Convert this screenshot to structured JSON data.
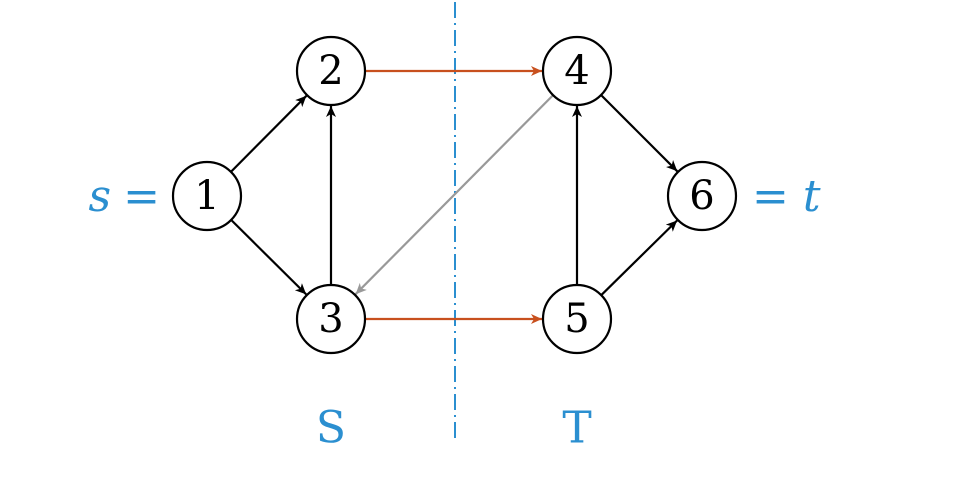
{
  "nodes": [
    {
      "id": "1",
      "label": "1"
    },
    {
      "id": "2",
      "label": "2"
    },
    {
      "id": "3",
      "label": "3"
    },
    {
      "id": "4",
      "label": "4"
    },
    {
      "id": "5",
      "label": "5"
    },
    {
      "id": "6",
      "label": "6"
    }
  ],
  "edges": [
    {
      "from": "1",
      "to": "2",
      "kind": "normal"
    },
    {
      "from": "1",
      "to": "3",
      "kind": "normal"
    },
    {
      "from": "3",
      "to": "2",
      "kind": "normal"
    },
    {
      "from": "2",
      "to": "4",
      "kind": "cut"
    },
    {
      "from": "3",
      "to": "5",
      "kind": "cut"
    },
    {
      "from": "4",
      "to": "3",
      "kind": "backward"
    },
    {
      "from": "5",
      "to": "4",
      "kind": "normal"
    },
    {
      "from": "4",
      "to": "6",
      "kind": "normal"
    },
    {
      "from": "5",
      "to": "6",
      "kind": "normal"
    }
  ],
  "annotations": {
    "source": {
      "var": "s",
      "eq": "="
    },
    "sink": {
      "eq": "=",
      "var": "t"
    },
    "set_s": "S",
    "set_t": "T"
  },
  "colors": {
    "normal": "#000000",
    "cut": "#c8501e",
    "backward": "#999999",
    "accent": "#2b8fd0"
  }
}
